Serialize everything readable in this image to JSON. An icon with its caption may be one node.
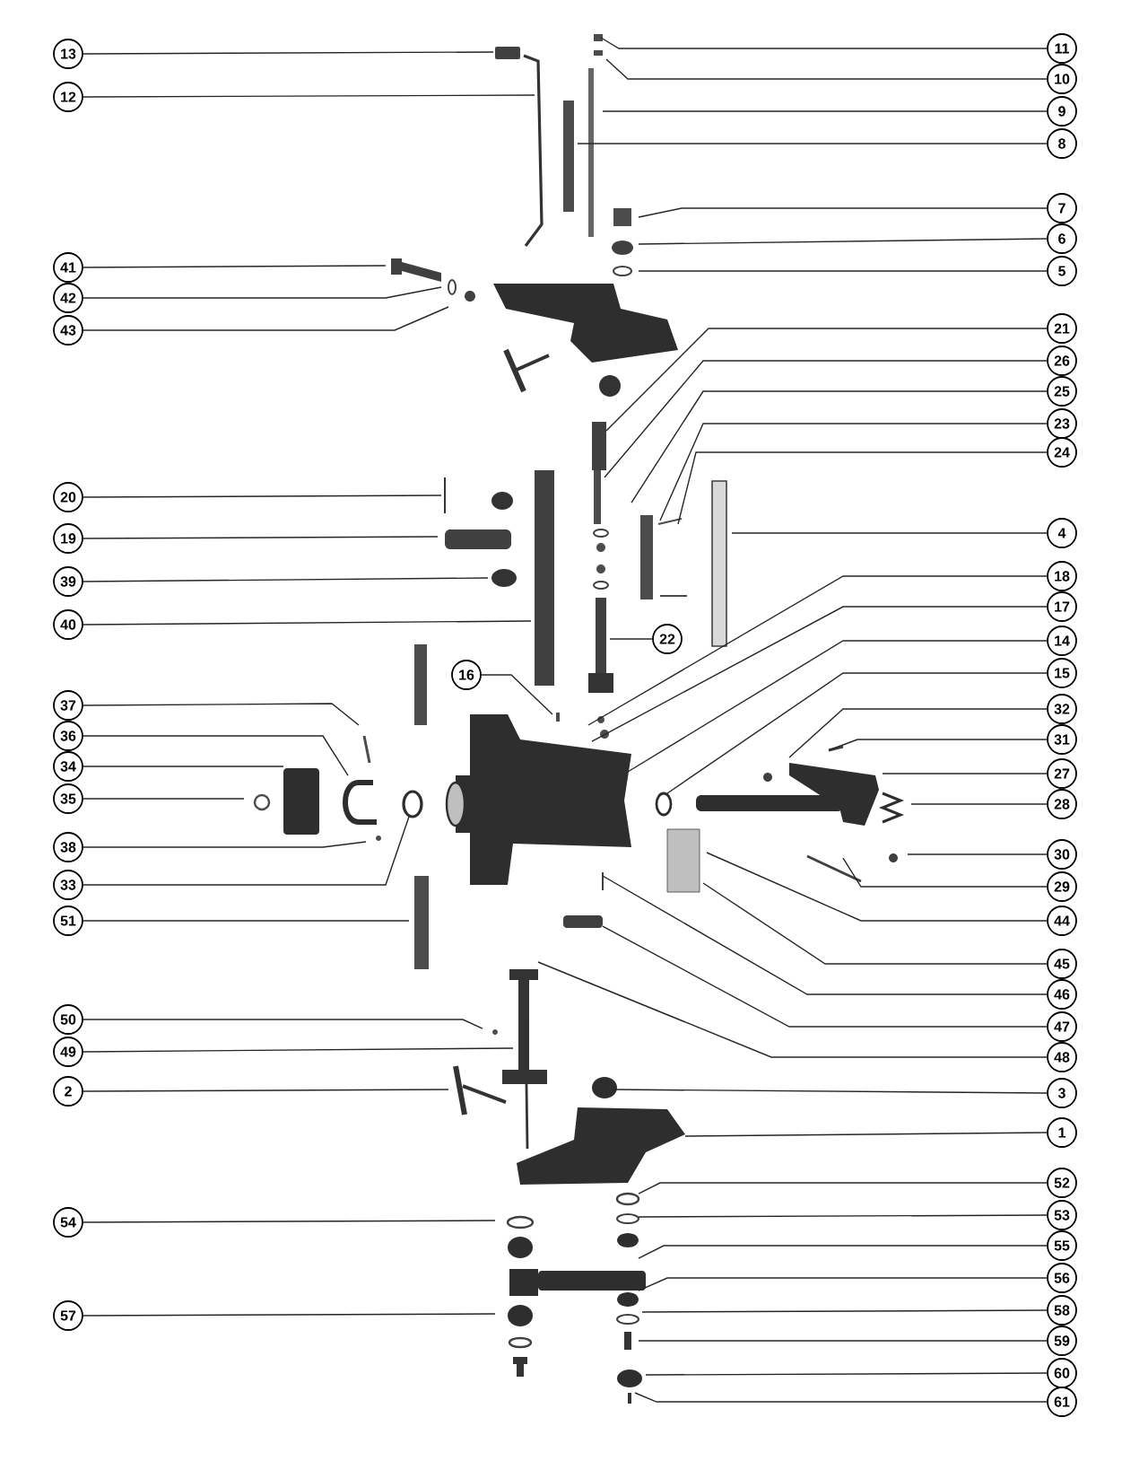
{
  "diagram": {
    "nodes": [
      {
        "text": [
          "13"
        ]
      },
      {
        "text": [
          "11"
        ]
      },
      {
        "text": [
          "10"
        ]
      },
      {
        "text": [
          "12"
        ]
      },
      {
        "text": [
          "9"
        ]
      },
      {
        "text": [
          "8"
        ]
      },
      {
        "text": [
          "7"
        ]
      },
      {
        "text": [
          "6"
        ]
      },
      {
        "text": [
          "41"
        ]
      },
      {
        "text": [
          "5"
        ]
      },
      {
        "text": [
          "42"
        ]
      },
      {
        "text": [
          "43"
        ]
      },
      {
        "text": [
          "21"
        ]
      },
      {
        "text": [
          "26"
        ]
      },
      {
        "text": [
          "25"
        ]
      },
      {
        "text": [
          "23"
        ]
      },
      {
        "text": [
          "24"
        ]
      },
      {
        "text": [
          "20"
        ]
      },
      {
        "text": [
          "4"
        ]
      },
      {
        "text": [
          "19"
        ]
      },
      {
        "text": [
          "18"
        ]
      },
      {
        "text": [
          "39"
        ]
      },
      {
        "text": [
          "17"
        ]
      },
      {
        "text": [
          "40"
        ]
      },
      {
        "text": [
          "22"
        ]
      },
      {
        "text": [
          "14"
        ]
      },
      {
        "text": [
          "15"
        ]
      },
      {
        "text": [
          "16"
        ]
      },
      {
        "text": [
          "37"
        ]
      },
      {
        "text": [
          "32"
        ]
      },
      {
        "text": [
          "36"
        ]
      },
      {
        "text": [
          "31"
        ]
      },
      {
        "text": [
          "34"
        ]
      },
      {
        "text": [
          "27"
        ]
      },
      {
        "text": [
          "35"
        ]
      },
      {
        "text": [
          "28"
        ]
      },
      {
        "text": [
          "38"
        ]
      },
      {
        "text": [
          "30"
        ]
      },
      {
        "text": [
          "33"
        ]
      },
      {
        "text": [
          "29"
        ]
      },
      {
        "text": [
          "44"
        ]
      },
      {
        "text": [
          "51"
        ]
      },
      {
        "text": [
          "45"
        ]
      },
      {
        "text": [
          "46"
        ]
      },
      {
        "text": [
          "50"
        ]
      },
      {
        "text": [
          "47"
        ]
      },
      {
        "text": [
          "49"
        ]
      },
      {
        "text": [
          "48"
        ]
      },
      {
        "text": [
          "3"
        ]
      },
      {
        "text": [
          "2"
        ]
      },
      {
        "text": [
          "1"
        ]
      },
      {
        "text": [
          "52"
        ]
      },
      {
        "text": [
          "53"
        ]
      },
      {
        "text": [
          "54"
        ]
      },
      {
        "text": [
          "55"
        ]
      },
      {
        "text": [
          "56"
        ]
      },
      {
        "text": [
          "58"
        ]
      },
      {
        "text": [
          "57"
        ]
      },
      {
        "text": [
          "59"
        ]
      },
      {
        "text": [
          "60"
        ]
      },
      {
        "text": [
          "61"
        ]
      }
    ],
    "edges": [
      {
        "from": 0,
        "to": null,
        "arrow": "none"
      },
      {
        "from": 1,
        "to": null,
        "arrow": "none"
      },
      {
        "from": 2,
        "to": null,
        "arrow": "none"
      },
      {
        "from": 3,
        "to": null,
        "arrow": "none"
      },
      {
        "from": 4,
        "to": null,
        "arrow": "none"
      },
      {
        "from": 5,
        "to": null,
        "arrow": "none"
      },
      {
        "from": 6,
        "to": null,
        "arrow": "none"
      },
      {
        "from": 7,
        "to": null,
        "arrow": "none"
      },
      {
        "from": 8,
        "to": null,
        "arrow": "none"
      },
      {
        "from": 9,
        "to": null,
        "arrow": "none"
      },
      {
        "from": 10,
        "to": null,
        "arrow": "none"
      },
      {
        "from": 11,
        "to": null,
        "arrow": "none"
      },
      {
        "from": 12,
        "to": null,
        "arrow": "none"
      },
      {
        "from": 13,
        "to": null,
        "arrow": "none"
      },
      {
        "from": 14,
        "to": null,
        "arrow": "none"
      },
      {
        "from": 15,
        "to": null,
        "arrow": "none"
      },
      {
        "from": 16,
        "to": null,
        "arrow": "none"
      },
      {
        "from": 17,
        "to": null,
        "arrow": "none"
      },
      {
        "from": 18,
        "to": null,
        "arrow": "none"
      },
      {
        "from": 19,
        "to": null,
        "arrow": "none"
      },
      {
        "from": 20,
        "to": null,
        "arrow": "none"
      },
      {
        "from": 21,
        "to": null,
        "arrow": "none"
      },
      {
        "from": 22,
        "to": null,
        "arrow": "none"
      },
      {
        "from": 23,
        "to": null,
        "arrow": "none"
      },
      {
        "from": 24,
        "to": null,
        "arrow": "none"
      },
      {
        "from": 25,
        "to": null,
        "arrow": "none"
      },
      {
        "from": 26,
        "to": null,
        "arrow": "none"
      },
      {
        "from": 27,
        "to": null,
        "arrow": "none"
      },
      {
        "from": 28,
        "to": null,
        "arrow": "none"
      },
      {
        "from": 29,
        "to": null,
        "arrow": "none"
      },
      {
        "from": 30,
        "to": null,
        "arrow": "none"
      },
      {
        "from": 31,
        "to": null,
        "arrow": "none"
      },
      {
        "from": 32,
        "to": null,
        "arrow": "none"
      },
      {
        "from": 33,
        "to": null,
        "arrow": "none"
      },
      {
        "from": 34,
        "to": null,
        "arrow": "none"
      },
      {
        "from": 35,
        "to": null,
        "arrow": "none"
      },
      {
        "from": 36,
        "to": null,
        "arrow": "none"
      },
      {
        "from": 37,
        "to": null,
        "arrow": "none"
      },
      {
        "from": 38,
        "to": null,
        "arrow": "none"
      },
      {
        "from": 39,
        "to": null,
        "arrow": "none"
      },
      {
        "from": 40,
        "to": null,
        "arrow": "none"
      },
      {
        "from": 41,
        "to": null,
        "arrow": "none"
      },
      {
        "from": 42,
        "to": null,
        "arrow": "none"
      },
      {
        "from": 43,
        "to": null,
        "arrow": "none"
      },
      {
        "from": 44,
        "to": null,
        "arrow": "none"
      },
      {
        "from": 45,
        "to": null,
        "arrow": "none"
      },
      {
        "from": 46,
        "to": null,
        "arrow": "none"
      },
      {
        "from": 47,
        "to": null,
        "arrow": "none"
      },
      {
        "from": 48,
        "to": null,
        "arrow": "none"
      },
      {
        "from": 49,
        "to": null,
        "arrow": "none"
      },
      {
        "from": 50,
        "to": null,
        "arrow": "none"
      },
      {
        "from": 51,
        "to": null,
        "arrow": "none"
      },
      {
        "from": 52,
        "to": null,
        "arrow": "none"
      },
      {
        "from": 53,
        "to": null,
        "arrow": "none"
      },
      {
        "from": 54,
        "to": null,
        "arrow": "none"
      },
      {
        "from": 55,
        "to": null,
        "arrow": "none"
      },
      {
        "from": 56,
        "to": null,
        "arrow": "none"
      },
      {
        "from": 57,
        "to": null,
        "arrow": "none"
      },
      {
        "from": 58,
        "to": null,
        "arrow": "none"
      },
      {
        "from": 59,
        "to": null,
        "arrow": "none"
      },
      {
        "from": 60,
        "to": null,
        "arrow": "none"
      }
    ]
  }
}
